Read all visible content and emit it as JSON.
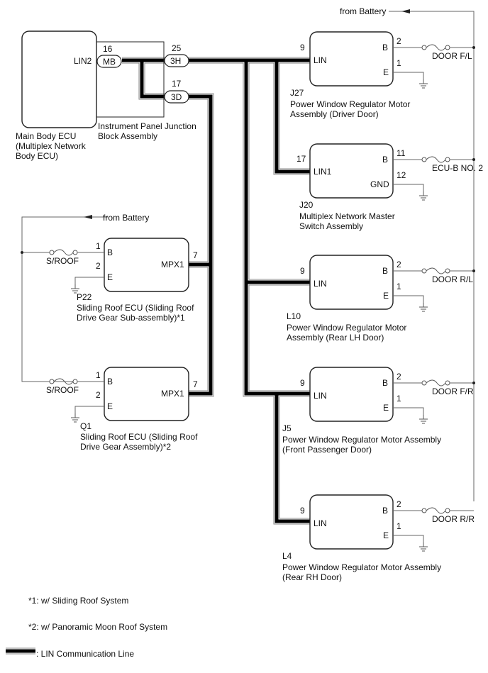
{
  "title": "LIN Communication System Wiring Diagram",
  "battery_label": "from Battery",
  "main_ecu": {
    "name": "Main Body ECU (Multiplex Network Body ECU)",
    "label_lines": [
      "Main Body ECU",
      "(Multiplex Network",
      "Body ECU)"
    ],
    "terminal": "LIN2"
  },
  "junction_block": {
    "label_lines": [
      "Instrument Panel Junction",
      "Block Assembly"
    ],
    "connectors": [
      {
        "id": "MB",
        "pin": "16"
      },
      {
        "id": "3H",
        "pin": "25"
      },
      {
        "id": "3D",
        "pin": "17"
      }
    ]
  },
  "right_components": [
    {
      "code": "J27",
      "label_lines": [
        "Power Window Regulator Motor",
        "Assembly (Driver Door)"
      ],
      "lin_term": "LIN",
      "lin_pin": "9",
      "b_term": "B",
      "b_pin": "2",
      "gnd_term": "E",
      "gnd_pin": "1",
      "fuse": "DOOR F/L"
    },
    {
      "code": "J20",
      "label_lines": [
        "Multiplex Network Master",
        "Switch Assembly"
      ],
      "lin_term": "LIN1",
      "lin_pin": "17",
      "b_term": "B",
      "b_pin": "11",
      "gnd_term": "GND",
      "gnd_pin": "12",
      "fuse": "ECU-B NO. 2"
    },
    {
      "code": "L10",
      "label_lines": [
        "Power Window Regulator Motor",
        "Assembly (Rear LH Door)"
      ],
      "lin_term": "LIN",
      "lin_pin": "9",
      "b_term": "B",
      "b_pin": "2",
      "gnd_term": "E",
      "gnd_pin": "1",
      "fuse": "DOOR R/L"
    },
    {
      "code": "J5",
      "label_lines": [
        "Power Window Regulator Motor Assembly",
        "(Front Passenger Door)"
      ],
      "lin_term": "LIN",
      "lin_pin": "9",
      "b_term": "B",
      "b_pin": "2",
      "gnd_term": "E",
      "gnd_pin": "1",
      "fuse": "DOOR F/R"
    },
    {
      "code": "L4",
      "label_lines": [
        "Power Window Regulator Motor Assembly",
        "(Rear RH Door)"
      ],
      "lin_term": "LIN",
      "lin_pin": "9",
      "b_term": "B",
      "b_pin": "2",
      "gnd_term": "E",
      "gnd_pin": "1",
      "fuse": "DOOR R/R"
    }
  ],
  "left_components": [
    {
      "code": "P22",
      "label_lines": [
        "Sliding Roof ECU (Sliding Roof",
        "Drive Gear Sub-assembly)*1"
      ],
      "lin_term": "MPX1",
      "lin_pin": "7",
      "b_term": "B",
      "b_pin": "1",
      "gnd_term": "E",
      "gnd_pin": "2",
      "fuse": "S/ROOF"
    },
    {
      "code": "Q1",
      "label_lines": [
        "Sliding Roof ECU (Sliding Roof",
        "Drive Gear Assembly)*2"
      ],
      "lin_term": "MPX1",
      "lin_pin": "7",
      "b_term": "B",
      "b_pin": "1",
      "gnd_term": "E",
      "gnd_pin": "2",
      "fuse": "S/ROOF"
    }
  ],
  "notes": [
    "*1: w/ Sliding Roof System",
    "*2: w/ Panoramic Moon Roof System"
  ],
  "legend": {
    "lin_line": ": LIN Communication Line"
  },
  "colors": {
    "lin_core": "#000000",
    "lin_outline": "#888888",
    "wire": "#666666"
  }
}
